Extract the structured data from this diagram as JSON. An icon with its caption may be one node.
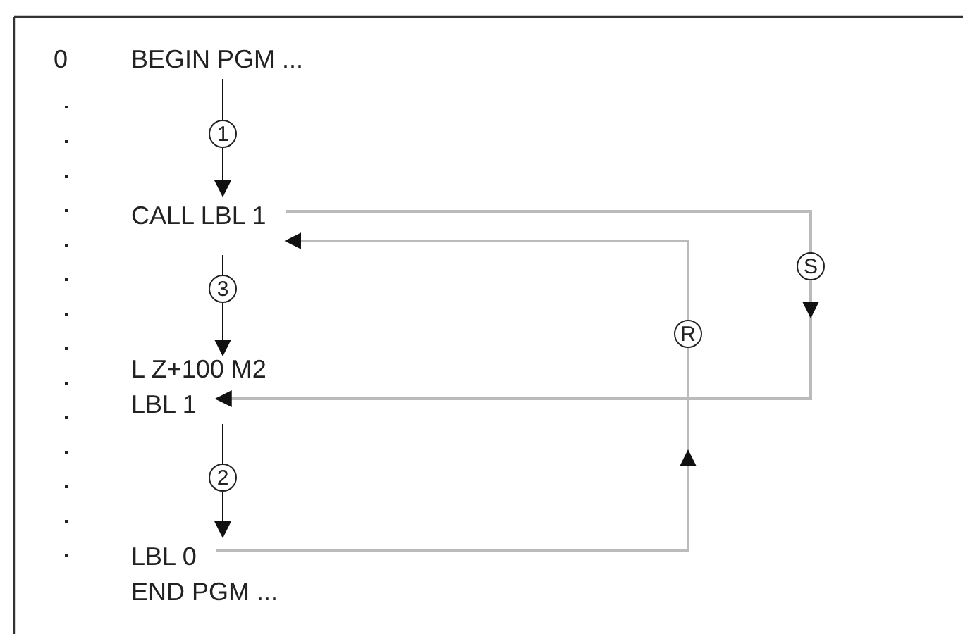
{
  "diagram": {
    "nodes": [
      {
        "text": [
          "BEGIN PGM ..."
        ]
      },
      {
        "text": [
          "CALL LBL 1"
        ]
      },
      {
        "text": [
          "L Z+100 M2"
        ]
      },
      {
        "text": [
          "LBL 1"
        ]
      },
      {
        "text": [
          "LBL 0"
        ]
      },
      {
        "text": [
          "END PGM ..."
        ]
      }
    ],
    "edges": [
      {
        "from": 0,
        "to": 1,
        "arrow": "to",
        "label": "1"
      },
      {
        "from": 1,
        "to": 2,
        "arrow": "to",
        "label": "3"
      },
      {
        "from": 3,
        "to": 4,
        "arrow": "to",
        "label": "2"
      },
      {
        "from": 1,
        "to": 3,
        "arrow": "to",
        "label": "S",
        "color": "#bbbbbb"
      },
      {
        "from": 4,
        "to": 1,
        "arrow": "to",
        "label": "R",
        "color": "#bbbbbb"
      }
    ],
    "labels": [
      "0"
    ]
  }
}
